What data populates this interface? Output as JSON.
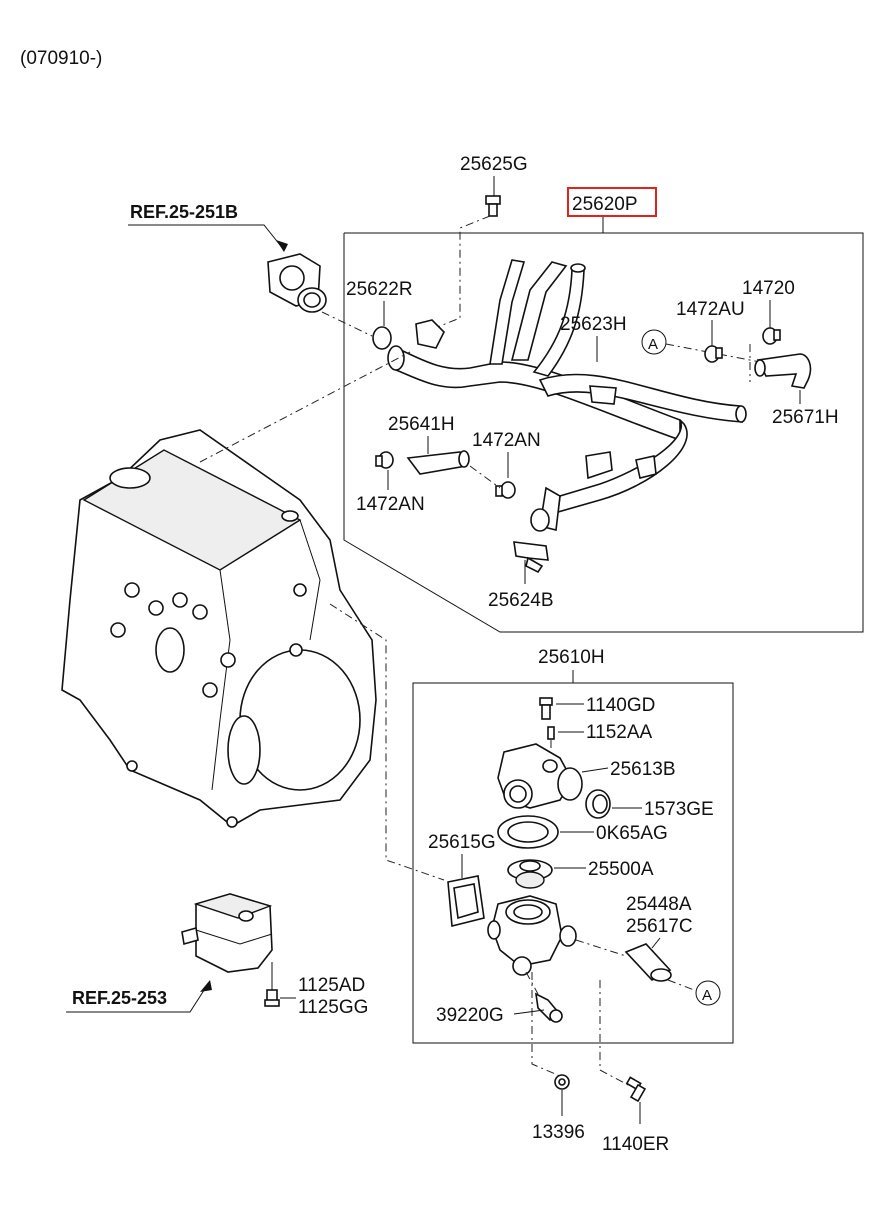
{
  "header": {
    "date_code": "(070910-)"
  },
  "refs": {
    "ref_top": "REF.25-251B",
    "ref_bottom": "REF.25-253"
  },
  "callouts": {
    "circle_a_top": "A",
    "circle_a_bottom": "A"
  },
  "parts": {
    "p25625G": "25625G",
    "p25620P": "25620P",
    "p25622R": "25622R",
    "p25623H": "25623H",
    "p1472AU": "1472AU",
    "p14720": "14720",
    "p25671H": "25671H",
    "p25641H": "25641H",
    "p1472AN_a": "1472AN",
    "p1472AN_b": "1472AN",
    "p25624B": "25624B",
    "p25610H": "25610H",
    "p1140GD": "1140GD",
    "p1152AA": "1152AA",
    "p25613B": "25613B",
    "p1573GE": "1573GE",
    "p0K65AG": "0K65AG",
    "p25615G": "25615G",
    "p25500A": "25500A",
    "p25448A": "25448A",
    "p25617C": "25617C",
    "p39220G": "39220G",
    "p1125AD": "1125AD",
    "p1125GG": "1125GG",
    "p13396": "13396",
    "p1140ER": "1140ER"
  },
  "highlight": {
    "part": "25620P",
    "color": "#e0241b"
  }
}
